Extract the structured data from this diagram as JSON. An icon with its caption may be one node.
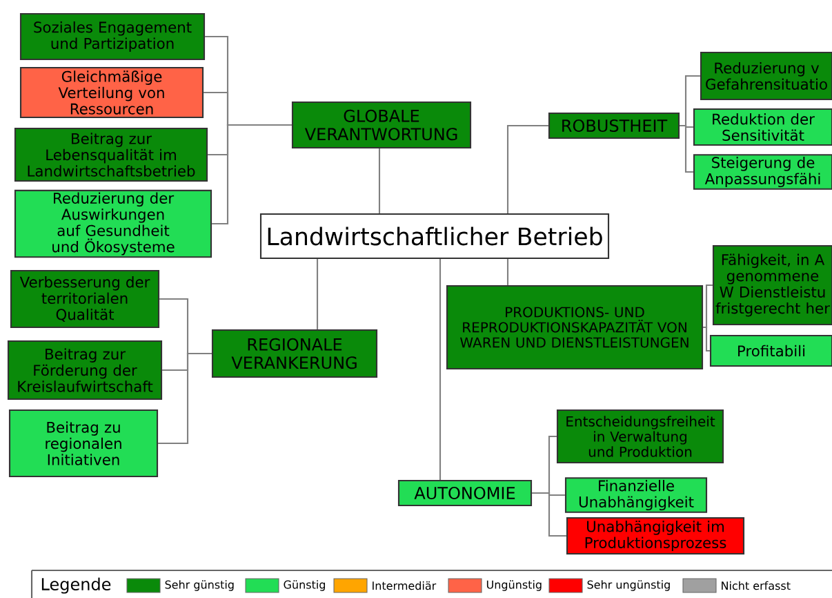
{
  "diagram": {
    "nodes": [
      {
        "text": [
          "Landwirtschaftlicher Betrieb"
        ]
      },
      {
        "text": [
          "GLOBALE VERANTWORTUNG"
        ]
      },
      {
        "text": [
          "Soziales Engagement und Partizipation"
        ]
      },
      {
        "text": [
          "Gleichmäßige Verteilung von Ressourcen"
        ]
      },
      {
        "text": [
          "Beitrag zur Lebensqualität im Landwirtschaftsbetrieb"
        ]
      },
      {
        "text": [
          "Reduzierung der Auswirkungen auf Gesundheit und Ökosysteme"
        ]
      },
      {
        "text": [
          "ROBUSTHEIT"
        ]
      },
      {
        "text": [
          "Reduzierung v Gefahrensituatio"
        ]
      },
      {
        "text": [
          "Reduktion der Sensitivität"
        ]
      },
      {
        "text": [
          "Steigerung de Anpassungsfähi"
        ]
      },
      {
        "text": [
          "REGIONALE VERANKERUNG"
        ]
      },
      {
        "text": [
          "Verbesserung der territorialen Qualität"
        ]
      },
      {
        "text": [
          "Beitrag zur Förderung der Kreislaufwirtschaft"
        ]
      },
      {
        "text": [
          "Beitrag zu regionalen Initiativen"
        ]
      },
      {
        "text": [
          "PRODUKTIONS- UND REPRODUKTIONSKAPAZITÄT VON WAREN UND DIENSTLEISTUNGEN"
        ]
      },
      {
        "text": [
          "Fähigkeit, in A genommene W Dienstleistu fristgerecht her"
        ]
      },
      {
        "text": [
          "Profitabili"
        ]
      },
      {
        "text": [
          "AUTONOMIE"
        ]
      },
      {
        "text": [
          "Entscheidungsfreiheit in Verwaltung und Produktion"
        ]
      },
      {
        "text": [
          "Finanzielle Unabhängigkeit"
        ]
      },
      {
        "text": [
          "Unabhängigkeit im Produktionsprozess"
        ]
      }
    ],
    "edges": [
      {
        "from": 0,
        "to": 1,
        "arrow": "none"
      },
      {
        "from": 0,
        "to": 6,
        "arrow": "none"
      },
      {
        "from": 0,
        "to": 10,
        "arrow": "none"
      },
      {
        "from": 0,
        "to": 14,
        "arrow": "none"
      },
      {
        "from": 0,
        "to": 17,
        "arrow": "none"
      },
      {
        "from": 1,
        "to": 2,
        "arrow": "none"
      },
      {
        "from": 1,
        "to": 3,
        "arrow": "none"
      },
      {
        "from": 1,
        "to": 4,
        "arrow": "none"
      },
      {
        "from": 1,
        "to": 5,
        "arrow": "none"
      },
      {
        "from": 6,
        "to": 7,
        "arrow": "none"
      },
      {
        "from": 6,
        "to": 8,
        "arrow": "none"
      },
      {
        "from": 6,
        "to": 9,
        "arrow": "none"
      },
      {
        "from": 10,
        "to": 11,
        "arrow": "none"
      },
      {
        "from": 10,
        "to": 12,
        "arrow": "none"
      },
      {
        "from": 10,
        "to": 13,
        "arrow": "none"
      },
      {
        "from": 14,
        "to": 15,
        "arrow": "none"
      },
      {
        "from": 14,
        "to": 16,
        "arrow": "none"
      },
      {
        "from": 17,
        "to": 18,
        "arrow": "none"
      },
      {
        "from": 17,
        "to": 19,
        "arrow": "none"
      },
      {
        "from": 17,
        "to": 20,
        "arrow": "none"
      }
    ],
    "labels": [
      "Legende"
    ],
    "legend": [
      {
        "text": "Sehr günstig",
        "color": "#0a8a0a"
      },
      {
        "text": "Günstig",
        "color": "#22dd55"
      },
      {
        "text": "Intermediär",
        "color": "#ffa500"
      },
      {
        "text": "Ungünstig",
        "color": "#ff6347"
      },
      {
        "text": "Sehr ungünstig",
        "color": "#ff0000"
      },
      {
        "text": "Nicht erfasst",
        "color": "#a0a0a0"
      }
    ]
  }
}
